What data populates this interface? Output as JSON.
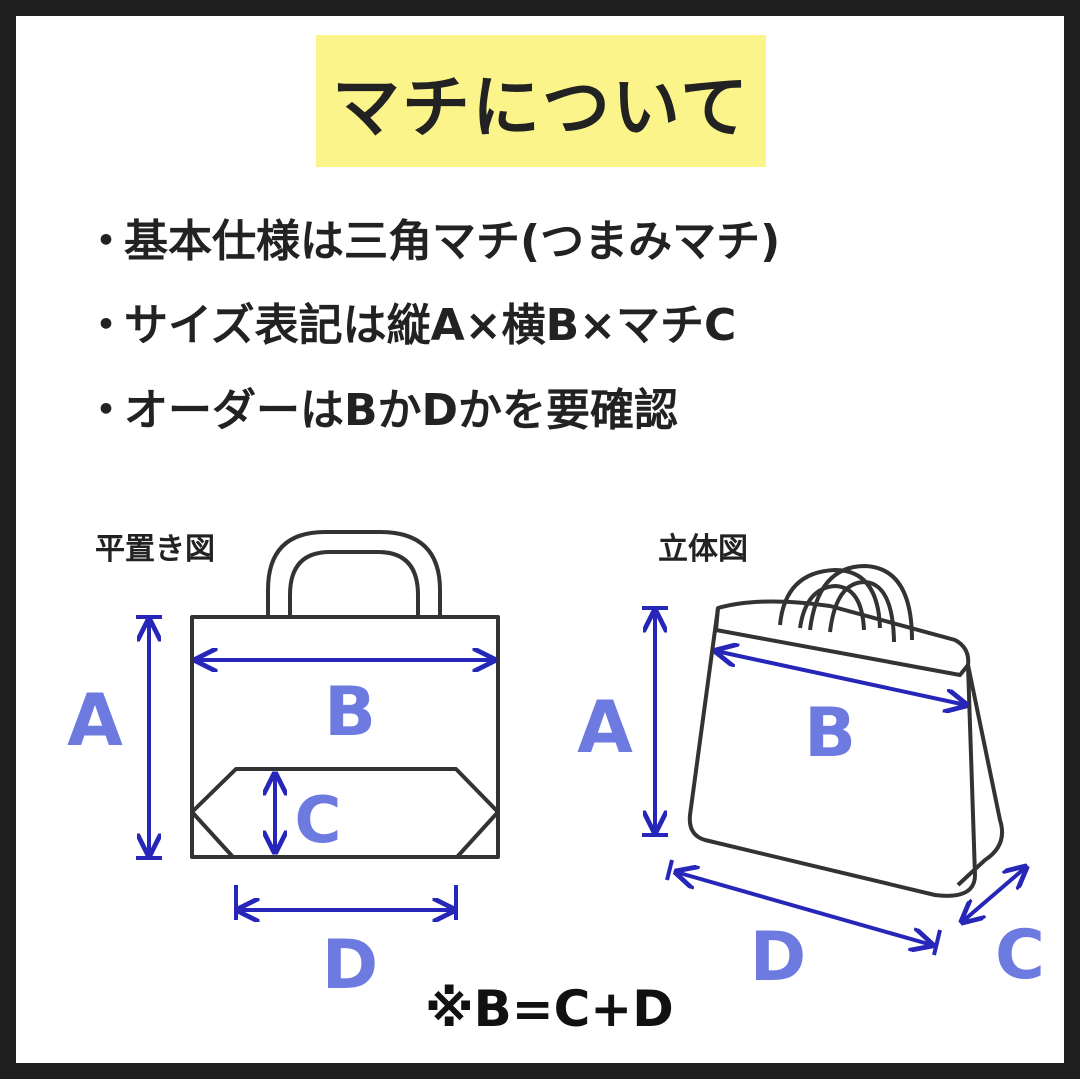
{
  "title": "マチについて",
  "bullets": [
    "基本仕様は三角マチ(つまみマチ)",
    "サイズ表記は縦A×横B×マチC",
    "オーダーはBかDかを要確認"
  ],
  "bullet_marker": "・",
  "flat_view": {
    "caption": "平置き図",
    "labels": {
      "a": "A",
      "b": "B",
      "c": "C",
      "d": "D"
    }
  },
  "three_d_view": {
    "caption": "立体図",
    "labels": {
      "a": "A",
      "b": "B",
      "c": "C",
      "d": "D"
    }
  },
  "footnote": "※B=C+D",
  "colors": {
    "background_frame": "#1e1e1e",
    "title_highlight": "#fbf48a",
    "dimension_arrow": "#2626b8",
    "dimension_label": "#6d7ae0",
    "bag_outline": "#333333"
  }
}
